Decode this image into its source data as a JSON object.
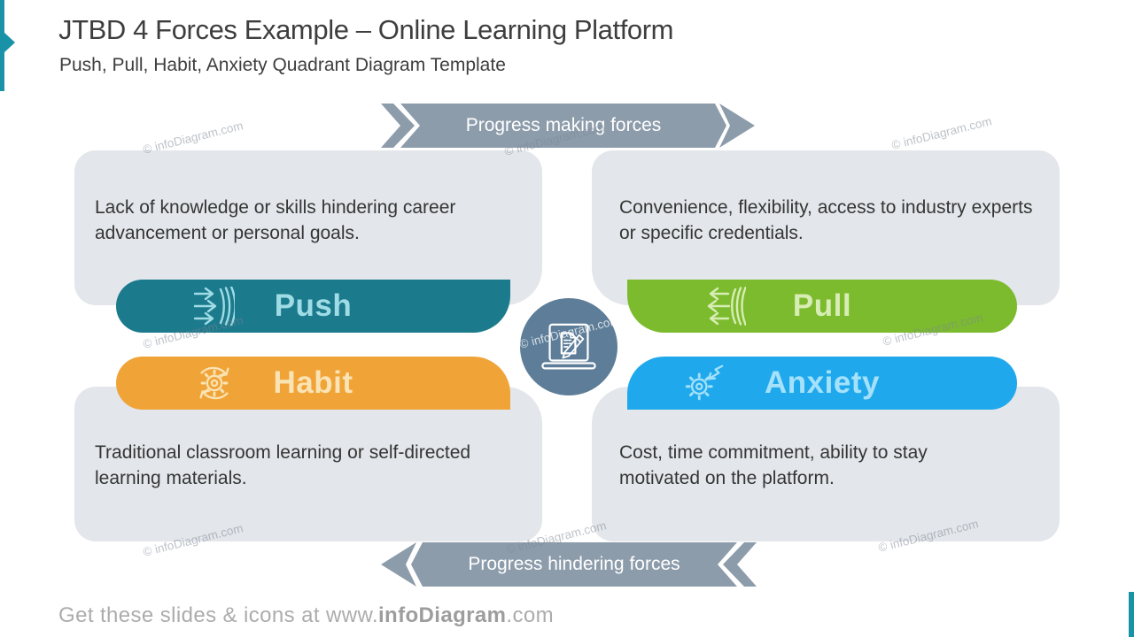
{
  "header": {
    "title": "JTBD 4 Forces Example – Online Learning Platform",
    "subtitle": "Push, Pull, Habit, Anxiety Quadrant Diagram Template"
  },
  "banners": {
    "top_label": "Progress making forces",
    "bottom_label": "Progress hindering forces"
  },
  "quadrants": [
    {
      "id": "push",
      "label": "Push",
      "description": "Lack of knowledge or skills hindering career advancement or personal goals.",
      "bar_color": "#1B7A8C",
      "label_color": "#9FDCE6",
      "icon": "push-arrows-icon"
    },
    {
      "id": "pull",
      "label": "Pull",
      "description": "Convenience, flexibility, access to industry experts or specific credentials.",
      "bar_color": "#7CBB2E",
      "label_color": "#D8EDB5",
      "icon": "pull-arrows-icon"
    },
    {
      "id": "habit",
      "label": "Habit",
      "description": "Traditional classroom learning or self-directed learning materials.",
      "bar_color": "#F0A437",
      "label_color": "#FAE3B4",
      "icon": "habit-cycle-gear-icon"
    },
    {
      "id": "anxiety",
      "label": "Anxiety",
      "description": "Cost, time commitment, ability to stay motivated on the platform.",
      "bar_color": "#1FA9EC",
      "label_color": "#A5E1FA",
      "icon": "anxiety-gear-lightning-icon"
    }
  ],
  "center": {
    "icon": "laptop-document-pencil-icon"
  },
  "footer": {
    "prefix": "Get these slides & icons at www.",
    "brand": "infoDiagram",
    "suffix": ".com"
  },
  "watermark": {
    "text": "© infoDiagram.com"
  },
  "colors": {
    "accent_teal": "#1992A8",
    "panel_gray": "#E3E6EA",
    "banner_gray": "#8D9CAB",
    "center_circle": "#5D7D98"
  }
}
